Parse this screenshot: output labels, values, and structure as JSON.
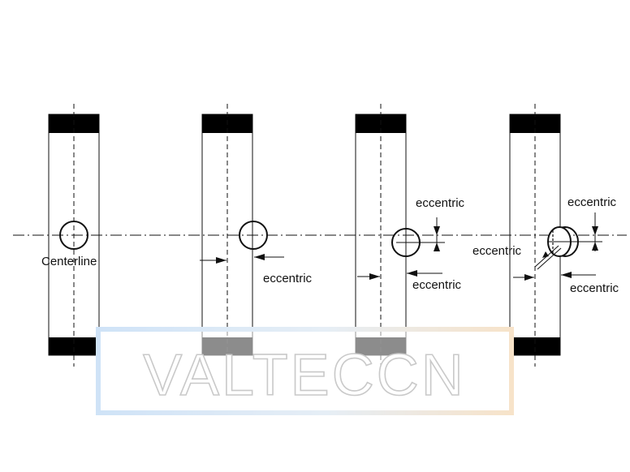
{
  "diagram": {
    "labels": {
      "centerline": "Centerline",
      "eccentric": "eccentric"
    },
    "watermark": "VALTECCN",
    "colors": {
      "line": "#111111",
      "seat": "#000000",
      "watermark_border_left": "#cfe3f7",
      "watermark_border_right": "#f7e3c9",
      "watermark_text_stroke": "#c9c9c9"
    }
  }
}
